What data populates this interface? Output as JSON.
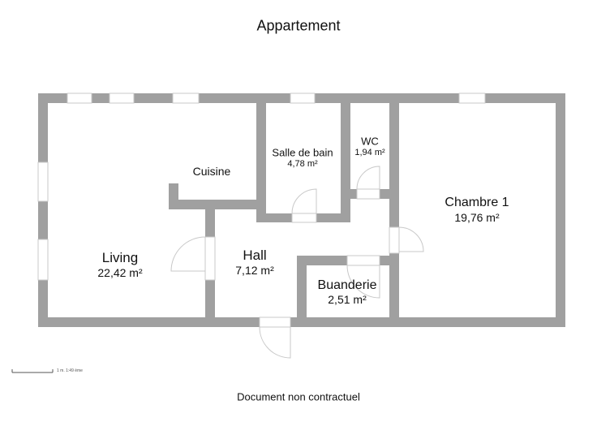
{
  "title": "Appartement",
  "footer": "Document non contractuel",
  "scale_label": "1 m. 1:49 ème",
  "colors": {
    "wall": "#a0a0a0",
    "door": "#c8c8c8"
  },
  "rooms": {
    "living": {
      "name": "Living",
      "area": "22,42 m²"
    },
    "cuisine": {
      "name": "Cuisine"
    },
    "salle_de_bain": {
      "name": "Salle de bain",
      "area": "4,78 m²"
    },
    "wc": {
      "name": "WC",
      "area": "1,94 m²"
    },
    "chambre": {
      "name": "Chambre 1",
      "area": "19,76 m²"
    },
    "hall": {
      "name": "Hall",
      "area": "7,12 m²"
    },
    "buanderie": {
      "name": "Buanderie",
      "area": "2,51 m²"
    }
  }
}
